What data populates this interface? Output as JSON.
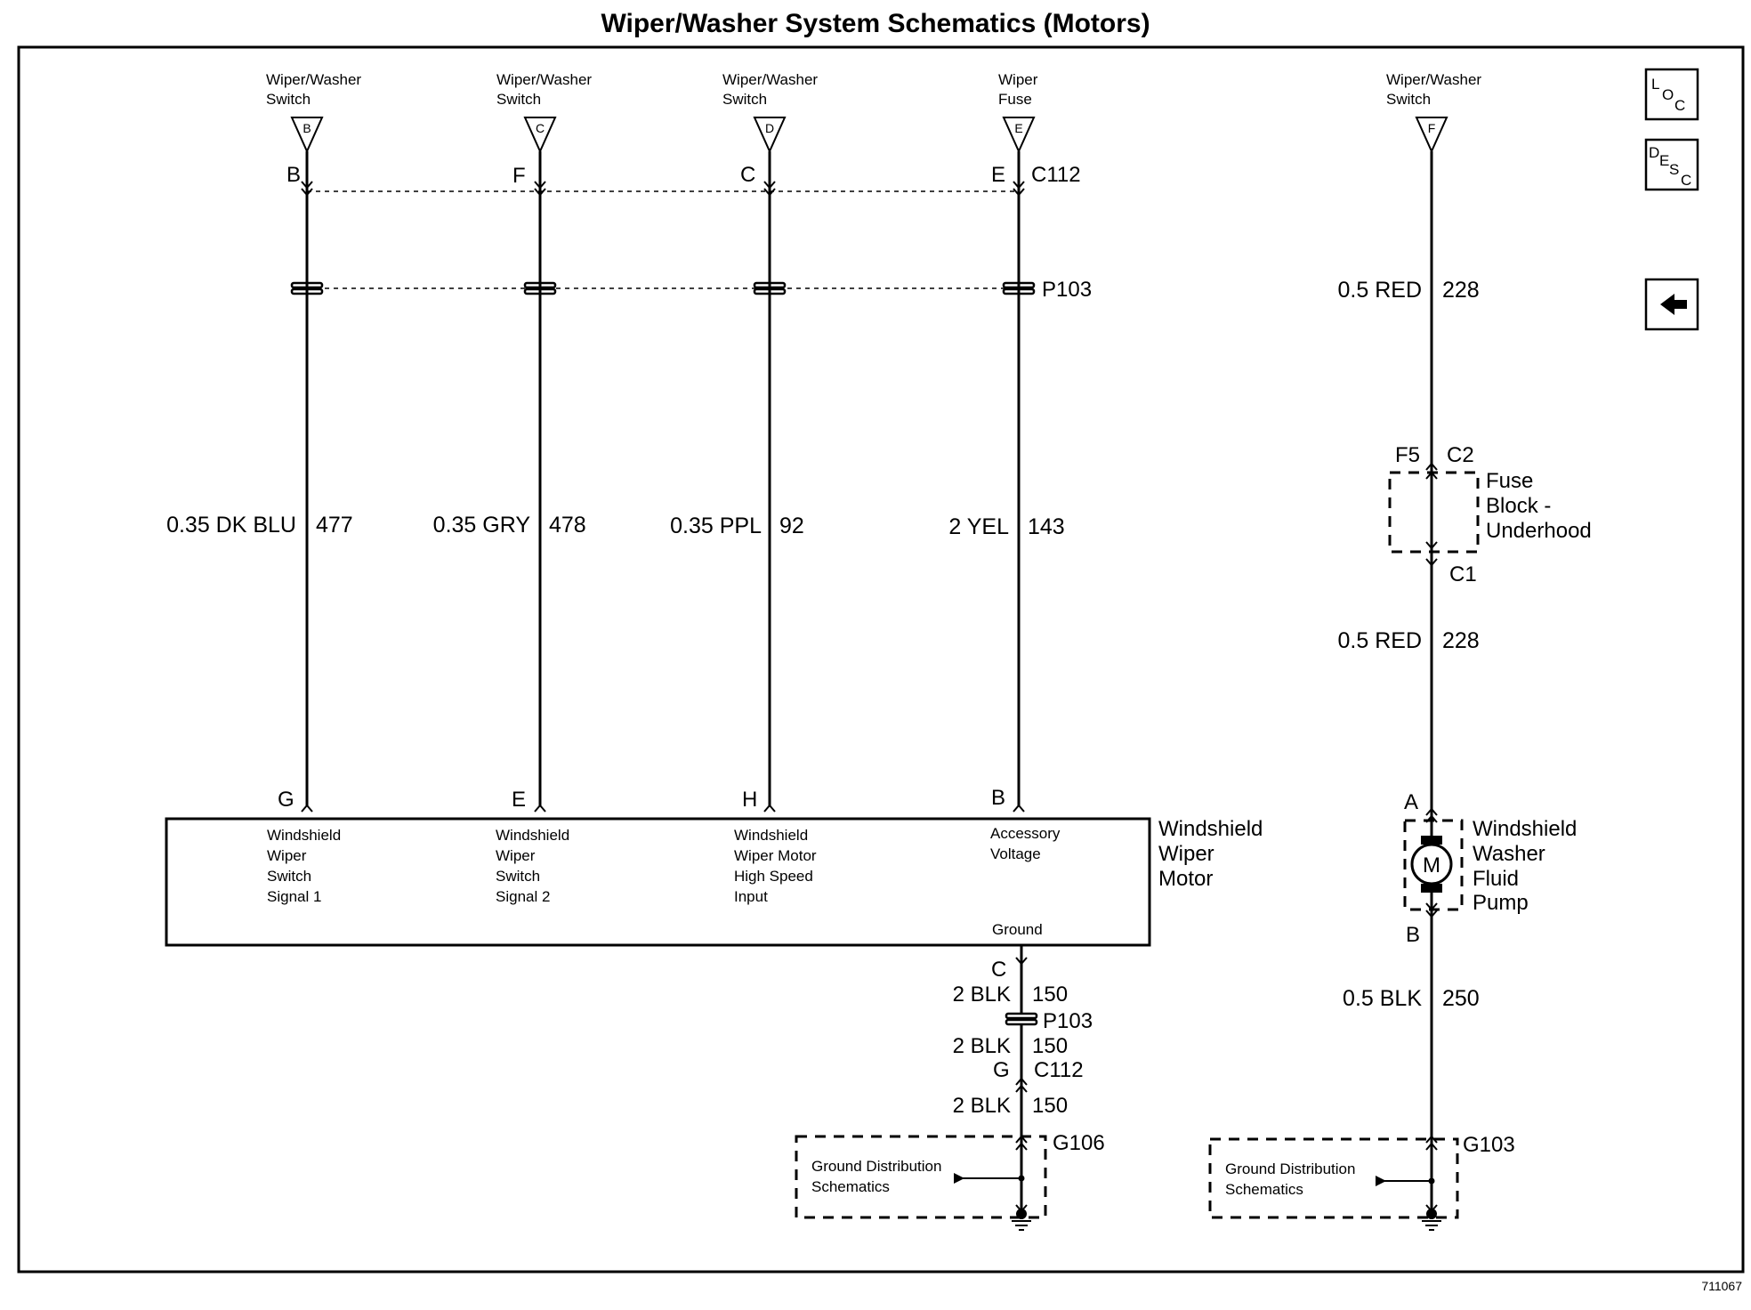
{
  "title": "Wiper/Washer System Schematics (Motors)",
  "figure_number": "711067",
  "nav": {
    "loc": [
      "L",
      "O",
      "C"
    ],
    "desc": [
      "D",
      "E",
      "S",
      "C"
    ],
    "back_icon": "left-arrow-icon"
  },
  "sources": [
    {
      "line1": "Wiper/Washer",
      "line2": "Switch",
      "tag": "B",
      "pin": "B"
    },
    {
      "line1": "Wiper/Washer",
      "line2": "Switch",
      "tag": "C",
      "pin": "F"
    },
    {
      "line1": "Wiper/Washer",
      "line2": "Switch",
      "tag": "D",
      "pin": "C"
    },
    {
      "line1": "Wiper",
      "line2": "Fuse",
      "tag": "E",
      "pin": "E"
    },
    {
      "line1": "Wiper/Washer",
      "line2": "Switch",
      "tag": "F"
    }
  ],
  "connectors": {
    "c112": "C112",
    "p103": "P103"
  },
  "wires": [
    {
      "size_color": "0.35 DK BLU",
      "circuit": "477"
    },
    {
      "size_color": "0.35 GRY",
      "circuit": "478"
    },
    {
      "size_color": "0.35 PPL",
      "circuit": "92"
    },
    {
      "size_color": "2 YEL",
      "circuit": "143"
    }
  ],
  "motor": {
    "label": [
      "Windshield",
      "Wiper",
      "Motor"
    ],
    "pins": [
      "G",
      "E",
      "H",
      "B"
    ],
    "terminals": [
      [
        "Windshield",
        "Wiper",
        "Switch",
        "Signal 1"
      ],
      [
        "Windshield",
        "Wiper",
        "Switch",
        "Signal 2"
      ],
      [
        "Windshield",
        "Wiper Motor",
        "High Speed",
        "Input"
      ],
      [
        "Accessory",
        "Voltage"
      ]
    ],
    "ground_label": "Ground",
    "ground_pin": "C"
  },
  "motor_ground": {
    "seg1": {
      "size_color": "2 BLK",
      "circuit": "150"
    },
    "p103": "P103",
    "seg2": {
      "size_color": "2 BLK",
      "circuit": "150"
    },
    "c112_pin": "G",
    "c112": "C112",
    "seg3": {
      "size_color": "2 BLK",
      "circuit": "150"
    },
    "ground_id": "G106",
    "ground_box": [
      "Ground Distribution",
      "Schematics"
    ]
  },
  "washer": {
    "wire1": {
      "size_color": "0.5 RED",
      "circuit": "228"
    },
    "fuse_pin": "F5",
    "fuse_conn_in": "C2",
    "fuse_block": [
      "Fuse",
      "Block -",
      "Underhood"
    ],
    "fuse_conn_out": "C1",
    "wire2": {
      "size_color": "0.5 RED",
      "circuit": "228"
    },
    "pump_pin_a": "A",
    "pump_symbol": "M",
    "pump_label": [
      "Windshield",
      "Washer",
      "Fluid",
      "Pump"
    ],
    "pump_pin_b": "B",
    "wire3": {
      "size_color": "0.5 BLK",
      "circuit": "250"
    },
    "ground_id": "G103",
    "ground_box": [
      "Ground Distribution",
      "Schematics"
    ]
  }
}
